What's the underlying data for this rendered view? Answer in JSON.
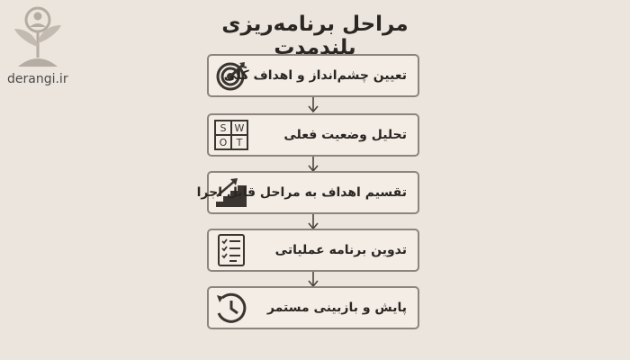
{
  "brand": {
    "name": "derangi.ir"
  },
  "title": "مراحل برنامه‌ریزی بلندمدت",
  "steps": [
    {
      "label": "تعیین چشم‌انداز و اهداف کلی",
      "icon": "target-icon"
    },
    {
      "label": "تحلیل وضعیت فعلی",
      "icon": "swot-icon"
    },
    {
      "label": "تقسیم اهداف به مراحل قابل اجرا",
      "icon": "stairs-growth-icon"
    },
    {
      "label": "تدوین برنامه عملیاتی",
      "icon": "checklist-icon"
    },
    {
      "label": "پایش و بازبینی مستمر",
      "icon": "clock-icon"
    }
  ],
  "swot": {
    "s": "S",
    "w": "W",
    "o": "O",
    "t": "T"
  },
  "colors": {
    "background": "#ece5dd",
    "box_border": "#8d857d",
    "icon": "#3a3530"
  }
}
